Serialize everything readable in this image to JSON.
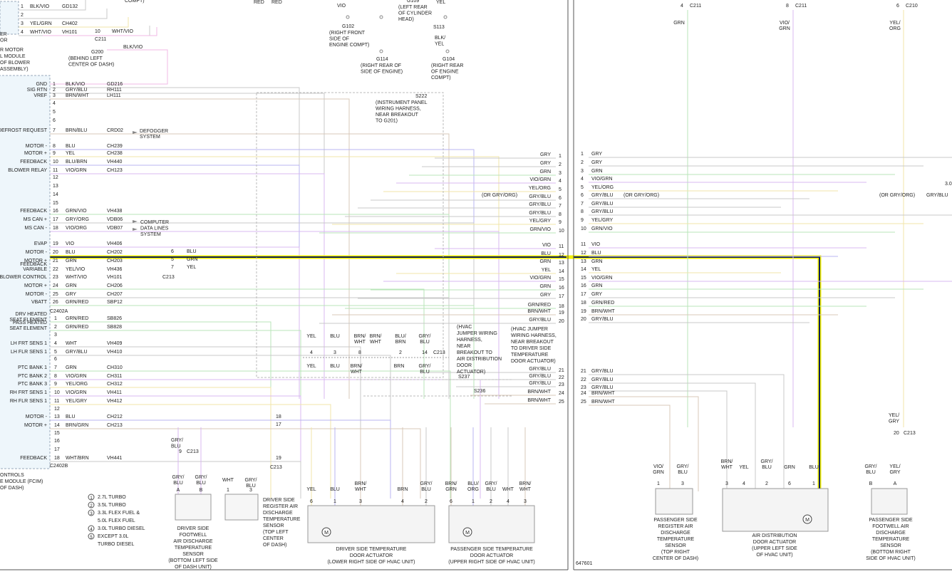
{
  "left_module": {
    "top_rows": [
      {
        "pin": "1",
        "color": "BLK/VIO",
        "circuit": "GD132"
      },
      {
        "pin": "2",
        "color": "",
        "circuit": ""
      },
      {
        "pin": "3",
        "color": "YEL/GRN",
        "circuit": "CH402"
      },
      {
        "pin": "4",
        "color": "WHT/VIO",
        "circuit": "VH101"
      }
    ],
    "blower_motor_label": [
      "R MOTOR",
      "L MODULE",
      "OF BLOWER",
      "ASSEMBLY)"
    ],
    "blower_side_left": [
      "ER",
      "OR"
    ],
    "c211_pin": "10",
    "c211_color": "WHT/VIO",
    "c211_label": "C211",
    "g200_label": "G200",
    "g200_caption": [
      "(BEHIND LEFT",
      "CENTER OF DASH)"
    ],
    "g200_color": "BLK/VIO",
    "top_comp": "COMPT)",
    "module_caption": [
      "ONTROLS",
      "E MODULE (FCIM)",
      "OF DASH)"
    ]
  },
  "connector_a": {
    "rows": [
      {
        "func": "GND",
        "pin": "1",
        "color": "BLK/VIO",
        "circuit": "GD216"
      },
      {
        "func": "SIG RTN",
        "pin": "2",
        "color": "GRY/BLU",
        "circuit": "RH111"
      },
      {
        "func": "VREF",
        "pin": "3",
        "color": "BRN/WHT",
        "circuit": "LH111"
      },
      {
        "func": "",
        "pin": "4",
        "color": "",
        "circuit": ""
      },
      {
        "func": "",
        "pin": "5",
        "color": "",
        "circuit": ""
      },
      {
        "func": "",
        "pin": "6",
        "color": "",
        "circuit": ""
      },
      {
        "func": "DEFROST REQUEST",
        "pin": "7",
        "color": "BRN/BLU",
        "circuit": "CRD02"
      },
      {
        "func": "MOTOR -",
        "pin": "8",
        "color": "BLU",
        "circuit": "CH239"
      },
      {
        "func": "MOTOR +",
        "pin": "9",
        "color": "YEL",
        "circuit": "CH238"
      },
      {
        "func": "FEEDBACK",
        "pin": "10",
        "color": "BLU/BRN",
        "circuit": "VH440"
      },
      {
        "func": "BLOWER RELAY",
        "pin": "11",
        "color": "VIO/GRN",
        "circuit": "CH123"
      },
      {
        "func": "",
        "pin": "12",
        "color": "",
        "circuit": ""
      },
      {
        "func": "",
        "pin": "13",
        "color": "",
        "circuit": ""
      },
      {
        "func": "",
        "pin": "14",
        "color": "",
        "circuit": ""
      },
      {
        "func": "",
        "pin": "15",
        "color": "",
        "circuit": ""
      },
      {
        "func": "FEEDBACK",
        "pin": "16",
        "color": "GRN/VIO",
        "circuit": "VH438"
      },
      {
        "func": "MS CAN +",
        "pin": "17",
        "color": "GRY/ORG",
        "circuit": "VDB06"
      },
      {
        "func": "MS CAN -",
        "pin": "18",
        "color": "VIO/ORG",
        "circuit": "VDB07"
      },
      {
        "func": "EVAP",
        "pin": "19",
        "color": "VIO",
        "circuit": "VH406"
      },
      {
        "func": "MOTOR -",
        "pin": "20",
        "color": "BLU",
        "circuit": "CH202"
      },
      {
        "func": "MOTOR +",
        "pin": "21",
        "color": "GRN",
        "circuit": "CH203"
      },
      {
        "func": "FEEDBACK VARIABLE",
        "pin": "22",
        "color": "YEL/VIO",
        "circuit": "VH436"
      },
      {
        "func": "BLOWER CONTROL",
        "pin": "23",
        "color": "WHT/VIO",
        "circuit": "VH101"
      },
      {
        "func": "MOTOR +",
        "pin": "24",
        "color": "GRN",
        "circuit": "CH206"
      },
      {
        "func": "MOTOR -",
        "pin": "25",
        "color": "GRY",
        "circuit": "CH207"
      },
      {
        "func": "VBATT",
        "pin": "26",
        "color": "GRN/RED",
        "circuit": "SBP12"
      }
    ],
    "label": "C2402A",
    "defogger": [
      "DEFOGGER",
      "SYSTEM"
    ],
    "computer": [
      "COMPUTER",
      "DATA LINES",
      "SYSTEM"
    ],
    "c213_label": "C213",
    "c213_pins": [
      {
        "pin": "6",
        "color": "BLU"
      },
      {
        "pin": "5",
        "color": "GRN"
      },
      {
        "pin": "7",
        "color": "YEL"
      }
    ]
  },
  "connector_b": {
    "rows": [
      {
        "func": "DRV HEATED SEAT ELEMENT",
        "pin": "1",
        "color": "GRN/RED",
        "circuit": "SB826"
      },
      {
        "func": "PASS HEATED SEAT ELEMENT",
        "pin": "2",
        "color": "GRN/RED",
        "circuit": "SB828"
      },
      {
        "func": "",
        "pin": "3",
        "color": "",
        "circuit": ""
      },
      {
        "func": "LH FRT SENS 1",
        "pin": "4",
        "color": "WHT",
        "circuit": "VH409"
      },
      {
        "func": "LH FLR SENS 1",
        "pin": "5",
        "color": "GRY/BLU",
        "circuit": "VH410"
      },
      {
        "func": "",
        "pin": "6",
        "color": "",
        "circuit": ""
      },
      {
        "func": "PTC BANK 1",
        "pin": "7",
        "color": "GRN",
        "circuit": "CH310"
      },
      {
        "func": "PTC BANK 2",
        "pin": "8",
        "color": "VIO/GRN",
        "circuit": "CH311"
      },
      {
        "func": "PTC BANK 3",
        "pin": "9",
        "color": "YEL/ORG",
        "circuit": "CH312"
      },
      {
        "func": "RH FRT SENS 1",
        "pin": "10",
        "color": "VIO/GRN",
        "circuit": "VH411"
      },
      {
        "func": "RH FLR SENS 1",
        "pin": "11",
        "color": "YEL/GRY",
        "circuit": "VH412"
      },
      {
        "func": "",
        "pin": "12",
        "color": "",
        "circuit": ""
      },
      {
        "func": "MOTOR -",
        "pin": "13",
        "color": "BLU",
        "circuit": "CH212"
      },
      {
        "func": "MOTOR +",
        "pin": "14",
        "color": "BRN/GRN",
        "circuit": "CH213"
      },
      {
        "func": "",
        "pin": "15",
        "color": "",
        "circuit": ""
      },
      {
        "func": "",
        "pin": "16",
        "color": "",
        "circuit": ""
      },
      {
        "func": "",
        "pin": "17",
        "color": "",
        "circuit": ""
      },
      {
        "func": "FEEDBACK",
        "pin": "18",
        "color": "WHT/BRN",
        "circuit": "VH441"
      }
    ],
    "label": "C2402B"
  },
  "top_center": {
    "red1": "RED",
    "red2": "RED",
    "vio": "VIO",
    "g102": "G102",
    "g102_caption": [
      "(RIGHT FRONT",
      "SIDE OF",
      "ENGINE COMPT)"
    ],
    "g109": "G109",
    "g109_caption": [
      "(LEFT REAR",
      "OF CYLINDER",
      "HEAD)"
    ],
    "yel": "YEL",
    "s113": "S113",
    "blk_yel": [
      "BLK/",
      "YEL"
    ],
    "g114": "G114",
    "g114_caption": [
      "(RIGHT REAR OF",
      "SIDE OF ENGINE)"
    ],
    "g104": "G104",
    "g104_caption": [
      "(RIGHT REAR",
      "OF ENGINE",
      "COMPT)"
    ],
    "s222": "S222",
    "s222_caption": [
      "(INSTRUMENT PANEL",
      "WIRING HARNESS,",
      "NEAR BREAKOUT",
      "TO G201)"
    ]
  },
  "bus_left": {
    "rows": [
      {
        "num": "1",
        "color": "GRY"
      },
      {
        "num": "2",
        "color": "GRY"
      },
      {
        "num": "3",
        "color": "GRN"
      },
      {
        "num": "4",
        "color": "VIO/GRN"
      },
      {
        "num": "5",
        "color": "YEL/ORG"
      },
      {
        "num": "6",
        "color": "GRY/BLU"
      },
      {
        "num": "7",
        "color": "GRY/BLU"
      },
      {
        "num": "8",
        "color": "GRY/BLU"
      },
      {
        "num": "9",
        "color": "YEL/GRY"
      },
      {
        "num": "10",
        "color": "GRN/VIO"
      },
      {
        "num": "11",
        "color": "VIO"
      },
      {
        "num": "12",
        "color": "BLU"
      },
      {
        "num": "13",
        "color": "GRN"
      },
      {
        "num": "14",
        "color": "YEL"
      },
      {
        "num": "15",
        "color": "VIO/GRN"
      },
      {
        "num": "16",
        "color": "GRN"
      },
      {
        "num": "17",
        "color": "GRY"
      },
      {
        "num": "18",
        "color": "GRN/RED"
      },
      {
        "num": "19",
        "color": "BRN/WHT"
      },
      {
        "num": "20",
        "color": "GRY/BLU"
      }
    ],
    "or_note": "(OR GRY/ORG)",
    "lower_rows": [
      {
        "num": "21",
        "color": "GRY/BLU"
      },
      {
        "num": "22",
        "color": "GRY/BLU"
      },
      {
        "num": "23",
        "color": "GRY/BLU"
      },
      {
        "num": "24",
        "color": "BRN/WHT"
      },
      {
        "num": "25",
        "color": "BRN/WHT"
      }
    ],
    "hvac1": [
      "(HVAC",
      "JUMPER WIRING",
      "HARNESS,",
      "NEAR",
      "BREAKOUT TO",
      "AIR DISTRIBUTION",
      "DOOR",
      "ACTUATOR)"
    ],
    "hvac2": [
      "(HVAC JUMPER",
      "WIRING HARNESS,",
      "NEAR BREAKOUT",
      "TO DRIVER SIDE",
      "TEMPERATURE",
      "DOOR ACTUATOR)"
    ],
    "s237": "S237",
    "s236": "S236"
  },
  "bottom_left": {
    "upper_labels": [
      {
        "text": "YEL",
        "pin": "4"
      },
      {
        "text": "BLU",
        "pin": "3"
      },
      {
        "text": "BRN/ WHT",
        "pin": "8"
      },
      {
        "text": "BRN/ WHT",
        "pin": ""
      },
      {
        "text": "BLU/ BRN",
        "pin": "2"
      },
      {
        "text": "GRY/ BLU",
        "pin": "14"
      }
    ],
    "c213": "C213",
    "lower_labels": [
      "YEL",
      "BLU",
      "BRN/ WHT",
      "BRN",
      "GRY/ BLU"
    ],
    "pin18": "18",
    "pin17": "17",
    "pin19": "19",
    "c213_b": "C213",
    "gry_blu_9": [
      "GRY/",
      "BLU"
    ],
    "pin9": "9",
    "c213_c": "C213",
    "sensor1_wires": [
      {
        "text": "GRY/ BLU",
        "pin": "A"
      },
      {
        "text": "GRY/ BLU",
        "pin": "B"
      }
    ],
    "sensor2_wires": [
      {
        "text": "WHT",
        "pin": "1"
      },
      {
        "text": "GRY/ BLU",
        "pin": "3"
      }
    ],
    "sensor1_caption": [
      "DRIVER SIDE",
      "FOOTWELL",
      "AIR DISCHARGE",
      "TEMPERATURE",
      "SENSOR",
      "(BOTTOM LEFT SIDE",
      "OF DASH UNIT)"
    ],
    "sensor2_caption": [
      "DRIVER SIDE",
      "REGISTER AIR",
      "DISCHARGE",
      "TEMPERATURE",
      "SENSOR",
      "(TOP LEFT",
      "CENTER",
      "OF DASH)"
    ],
    "legend": [
      {
        "num": "1",
        "text": "2.7L TURBO"
      },
      {
        "num": "2",
        "text": "3.5L TURBO"
      },
      {
        "num": "3",
        "text": "3.3L FLEX FUEL &"
      },
      {
        "num": "",
        "text": "5.0L FLEX FUEL"
      },
      {
        "num": "4",
        "text": "3.0L TURBO DIESEL"
      },
      {
        "num": "5",
        "text": "EXCEPT 3.0L"
      },
      {
        "num": "",
        "text": "TURBO DIESEL"
      }
    ]
  },
  "driver_actuator": {
    "wires": [
      {
        "text": "YEL",
        "pin": "6"
      },
      {
        "text": "BLU",
        "pin": "1"
      },
      {
        "text": "BRN/ WHT",
        "pin": "3"
      },
      {
        "text": "BRN",
        "pin": "4"
      },
      {
        "text": "GRY/ BLU",
        "pin": "2"
      }
    ],
    "caption": [
      "DRIVER SIDE TEMPERATURE",
      "DOOR ACTUATOR",
      "(LOWER RIGHT SIDE OF HVAC UNIT)"
    ]
  },
  "pass_actuator": {
    "wires": [
      {
        "text": "BRN/ GRN",
        "pin": "6"
      },
      {
        "text": "BLU/ ORG",
        "pin": "1"
      },
      {
        "text": "GRY/ BLU",
        "pin": "2"
      },
      {
        "text": "WHT",
        "pin": "4"
      },
      {
        "text": "BRN/ WHT",
        "pin": "3"
      }
    ],
    "caption": [
      "PASSENGER SIDE TEMPERATURE",
      "DOOR ACTUATOR",
      "(UPPER RIGHT SIDE OF HVAC UNIT)"
    ]
  },
  "right_panel": {
    "top": [
      {
        "pin": "4",
        "label": "C211",
        "wire": "GRN"
      },
      {
        "pin": "8",
        "label": "C211",
        "wire": "VIO/ GRN"
      },
      {
        "pin": "6",
        "label": "C210",
        "wire": "YEL/ ORG"
      }
    ],
    "rows": [
      {
        "num": "1",
        "color": "GRY"
      },
      {
        "num": "2",
        "color": "GRY"
      },
      {
        "num": "3",
        "color": "GRN"
      },
      {
        "num": "4",
        "color": "VIO/GRN"
      },
      {
        "num": "5",
        "color": "YEL/ORG"
      },
      {
        "num": "6",
        "color": "GRY/BLU"
      },
      {
        "num": "7",
        "color": "GRY/BLU"
      },
      {
        "num": "8",
        "color": "GRY/BLU"
      },
      {
        "num": "9",
        "color": "YEL/GRY"
      },
      {
        "num": "10",
        "color": "GRN/VIO"
      },
      {
        "num": "11",
        "color": "VIO"
      },
      {
        "num": "12",
        "color": "BLU"
      },
      {
        "num": "13",
        "color": "GRN"
      },
      {
        "num": "14",
        "color": "YEL"
      },
      {
        "num": "15",
        "color": "VIO/GRN"
      },
      {
        "num": "16",
        "color": "GRN"
      },
      {
        "num": "17",
        "color": "GRY"
      },
      {
        "num": "18",
        "color": "GRN/RED"
      },
      {
        "num": "19",
        "color": "BRN/WHT"
      },
      {
        "num": "20",
        "color": "GRY/BLU"
      }
    ],
    "or_note_1": "(OR GRY/ORG)",
    "or_note_2": "(OR GRY/ORG)",
    "gry_blu_right": "GRY/BLU",
    "num_30": "3.0",
    "lower_rows": [
      {
        "num": "21",
        "color": "GRY/BLU"
      },
      {
        "num": "22",
        "color": "GRY/BLU"
      },
      {
        "num": "23",
        "color": "GRY/BLU"
      },
      {
        "num": "24",
        "color": "BRN/WHT"
      },
      {
        "num": "25",
        "color": "BRN/WHT"
      }
    ],
    "yel_gry": [
      "YEL/",
      "GRY"
    ],
    "pin20": "20",
    "c213": "C213",
    "sensor_a_wires": [
      {
        "text": "VIO/ GRN",
        "pin": "1"
      },
      {
        "text": "GRY/ BLU",
        "pin": "3"
      }
    ],
    "sensor_a_caption": [
      "PASSENGER SIDE",
      "REGISTER AIR",
      "DISCHARGE",
      "TEMPERATURE",
      "SENSOR",
      "(TOP RIGHT",
      "CENTER OF DASH)"
    ],
    "air_dist_wires": [
      {
        "text": "BRN/ WHT",
        "pin": "3"
      },
      {
        "text": "YEL",
        "pin": "4"
      },
      {
        "text": "GRY/ BLU",
        "pin": "2"
      },
      {
        "text": "GRN",
        "pin": "6"
      },
      {
        "text": "BLU",
        "pin": "1"
      }
    ],
    "air_dist_caption": [
      "AIR DISTRIBUTION",
      "DOOR ACTUATOR",
      "(UPPER LEFT SIDE",
      "OF HVAC UNIT)"
    ],
    "sensor_b_wires": [
      {
        "text": "GRY/ BLU",
        "pin": "B"
      },
      {
        "text": "YEL/ GRY",
        "pin": "A"
      }
    ],
    "sensor_b_caption": [
      "PASSENGER SIDE",
      "FOOTWELL AIR",
      "DISCHARGE",
      "TEMPERATURE",
      "SENSOR",
      "(BOTTOM RIGHT",
      "SIDE OF HVAC UNIT)"
    ],
    "figure_id": "647601"
  },
  "colors": {
    "highlight": "#f2f000",
    "highlight_core": "#10205a",
    "BLU": "#b8b4f0",
    "GRN": "#b8e6b8",
    "YEL": "#f0e6a8",
    "GRY": "#c8c8c8",
    "VIO": "#d8b8f0",
    "BRN": "#d8c8b8",
    "PNK": "#f0b8e6"
  }
}
